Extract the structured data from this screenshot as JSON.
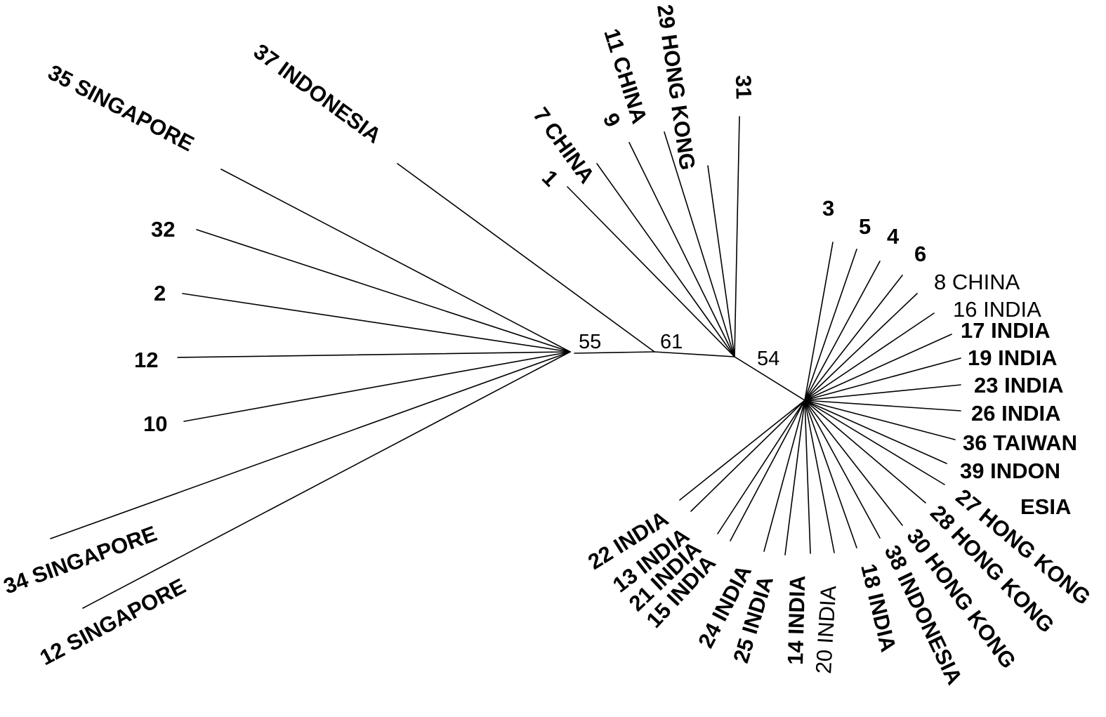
{
  "colors": {
    "line": "#000000",
    "background": "#ffffff"
  },
  "support": {
    "a": "55",
    "b": "61",
    "c": "54"
  },
  "labels": {
    "t35": "35 SINGAPORE",
    "t37": "37 INDONESIA",
    "t29": "29 HONG KONG",
    "t31": "31",
    "t11": "11 CHINA",
    "t9": "9",
    "t7": "7 CHINA",
    "t1": "1",
    "t32": "32",
    "t2": "2",
    "t12": "12",
    "t10": "10",
    "t34s": "34 SINGAPORE",
    "t12s": "12 SINGAPORE",
    "t3": "3",
    "t5": "5",
    "t4": "4",
    "t6": "6",
    "t8": "8 CHINA",
    "t16": "16 INDIA",
    "t17": "17 INDIA",
    "t19": "19 INDIA",
    "t23": "23 INDIA",
    "t26": "26 INDIA",
    "t36": "36 TAIWAN",
    "t39a": "39 INDON",
    "t39b": "ESIA",
    "t27": "27 HONG KONG",
    "t28": "28 HONG KONG",
    "t30": "30 HONG KONG",
    "t38": "38 INDONESIA",
    "t18": "18 INDIA",
    "t20": "20 INDIA",
    "t14": "14 INDIA",
    "t25": "25 INDIA",
    "t24": "24 INDIA",
    "t15": "15 INDIA",
    "t21": "21 INDIA",
    "t13": "13 INDIA",
    "t22": "22 INDIA"
  }
}
